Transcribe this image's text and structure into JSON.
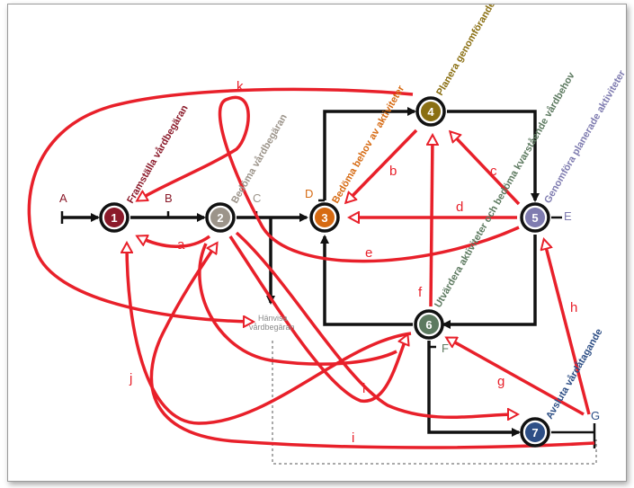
{
  "colors": {
    "black": "#111111",
    "red": "#e8202a",
    "node1": "#8b1a2a",
    "node2": "#9c948a",
    "node3": "#d66a12",
    "node4": "#8a6f12",
    "node5": "#7f7cb0",
    "node6": "#5d7a60",
    "node7": "#2e4f86"
  },
  "nodes": [
    {
      "id": "1",
      "label": "Framställa vårdbegäran"
    },
    {
      "id": "2",
      "label": "Bedöma vårdbegäran"
    },
    {
      "id": "3",
      "label": "Bedöma behov av aktiviteter"
    },
    {
      "id": "4",
      "label": "Planera genomförande av aktiviteter"
    },
    {
      "id": "5",
      "label": "Genomföra planerade aktiviteter"
    },
    {
      "id": "6",
      "label": "Utvärdera aktiviteter och bedöma kvarstående vårdbehov"
    },
    {
      "id": "7",
      "label": "Avsluta vårdåtagande"
    }
  ],
  "event_letters": [
    "A",
    "B",
    "C",
    "D",
    "E",
    "F",
    "G"
  ],
  "flow_letters": [
    "a",
    "b",
    "c",
    "d",
    "e",
    "f",
    "g",
    "h",
    "i",
    "j",
    "k",
    "l"
  ],
  "referral_label": [
    "Hänvisa",
    "vårdbegäran"
  ]
}
